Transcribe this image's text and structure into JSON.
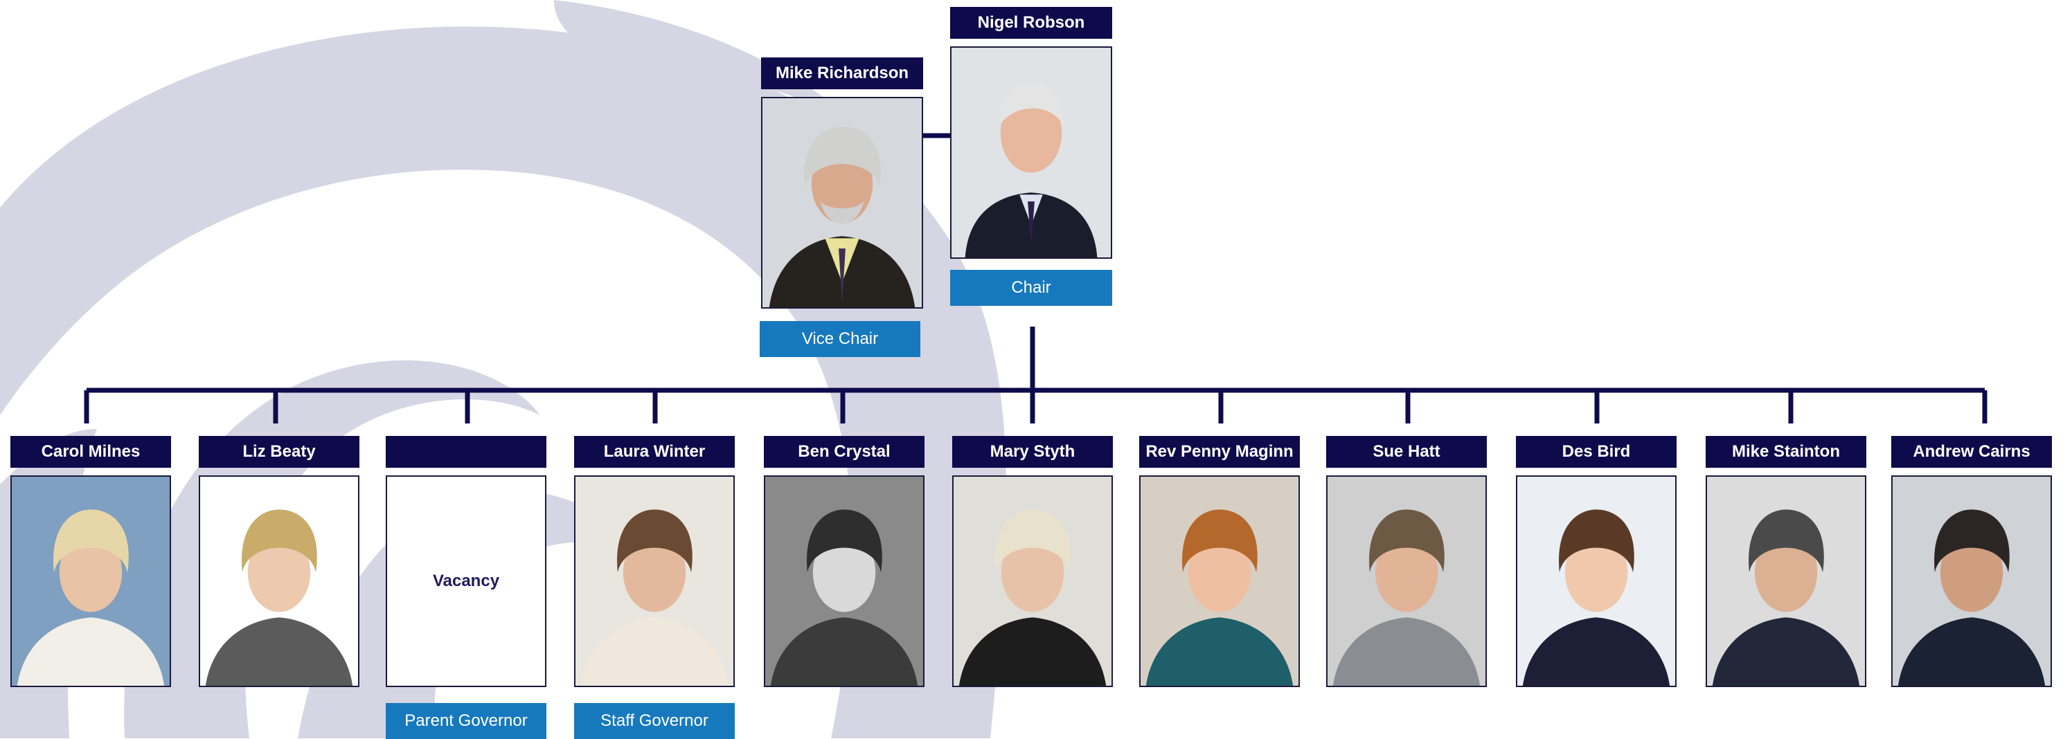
{
  "colors": {
    "name_plate_bg": "#0d0b4b",
    "role_plate_bg": "#1779bd",
    "connector": "#0d0b4b",
    "background_swirl": "#d6d5e3"
  },
  "leadership": [
    {
      "id": "nigel",
      "name": "Nigel Robson",
      "role": "Chair",
      "portrait": "portrait-photo"
    },
    {
      "id": "mike-r",
      "name": "Mike Richardson",
      "role": "Vice Chair",
      "portrait": "portrait-photo"
    }
  ],
  "governors": [
    {
      "name": "Carol Milnes",
      "role": ""
    },
    {
      "name": "Liz Beaty",
      "role": ""
    },
    {
      "name": "",
      "role": "Parent Governor",
      "vacancy_text": "Vacancy"
    },
    {
      "name": "Laura Winter",
      "role": "Staff Governor"
    },
    {
      "name": "Ben Crystal",
      "role": ""
    },
    {
      "name": "Mary Styth",
      "role": ""
    },
    {
      "name": "Rev Penny Maginn",
      "role": ""
    },
    {
      "name": "Sue Hatt",
      "role": ""
    },
    {
      "name": "Des Bird",
      "role": ""
    },
    {
      "name": "Mike Stainton",
      "role": ""
    },
    {
      "name": "Andrew Cairns",
      "role": ""
    }
  ]
}
